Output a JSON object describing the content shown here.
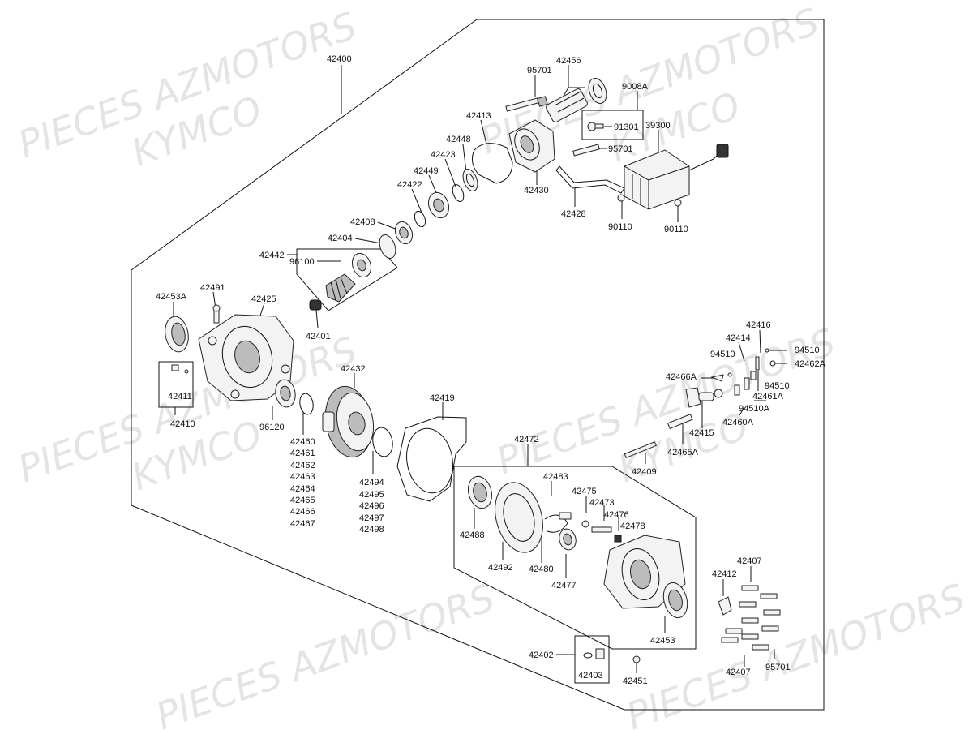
{
  "watermark": {
    "line1": "PIECES AZMOTORS",
    "line2": "KYMCO"
  },
  "part_numbers": {
    "p42400": "42400",
    "p95701_top": "95701",
    "p42456": "42456",
    "p9008A": "9008A",
    "p91301": "91301",
    "p39300": "39300",
    "p42413": "42413",
    "p42448": "42448",
    "p95701_mid": "95701",
    "p42423": "42423",
    "p42430": "42430",
    "p42449": "42449",
    "p42422": "42422",
    "p42428": "42428",
    "p90110_a": "90110",
    "p90110_b": "90110",
    "p42408": "42408",
    "p42404": "42404",
    "p42442": "42442",
    "p96100": "96100",
    "p42453A": "42453A",
    "p42491": "42491",
    "p42425": "42425",
    "p42401": "42401",
    "p42416": "42416",
    "p42414": "42414",
    "p94510_a": "94510",
    "p94510_b": "94510",
    "p42462A": "42462A",
    "p42432": "42432",
    "p42466A": "42466A",
    "p94510_c": "94510",
    "p42461A": "42461A",
    "p94510A": "94510A",
    "p42411": "42411",
    "p42410": "42410",
    "p96120": "96120",
    "p42419": "42419",
    "p42415": "42415",
    "p42460A": "42460A",
    "p42460": "42460",
    "p42461": "42461",
    "p42462": "42462",
    "p42463": "42463",
    "p42464": "42464",
    "p42465": "42465",
    "p42466": "42466",
    "p42467": "42467",
    "p42472": "42472",
    "p42465A": "42465A",
    "p42409": "42409",
    "p42494": "42494",
    "p42495": "42495",
    "p42496": "42496",
    "p42497": "42497",
    "p42498": "42498",
    "p42483": "42483",
    "p42475": "42475",
    "p42473": "42473",
    "p42476": "42476",
    "p42478": "42478",
    "p42488": "42488",
    "p42492": "42492",
    "p42480": "42480",
    "p42477": "42477",
    "p42407_top": "42407",
    "p42412": "42412",
    "p42453": "42453",
    "p42402": "42402",
    "p42403": "42403",
    "p42451": "42451",
    "p42407_bot": "42407",
    "p95701_bot": "95701"
  }
}
